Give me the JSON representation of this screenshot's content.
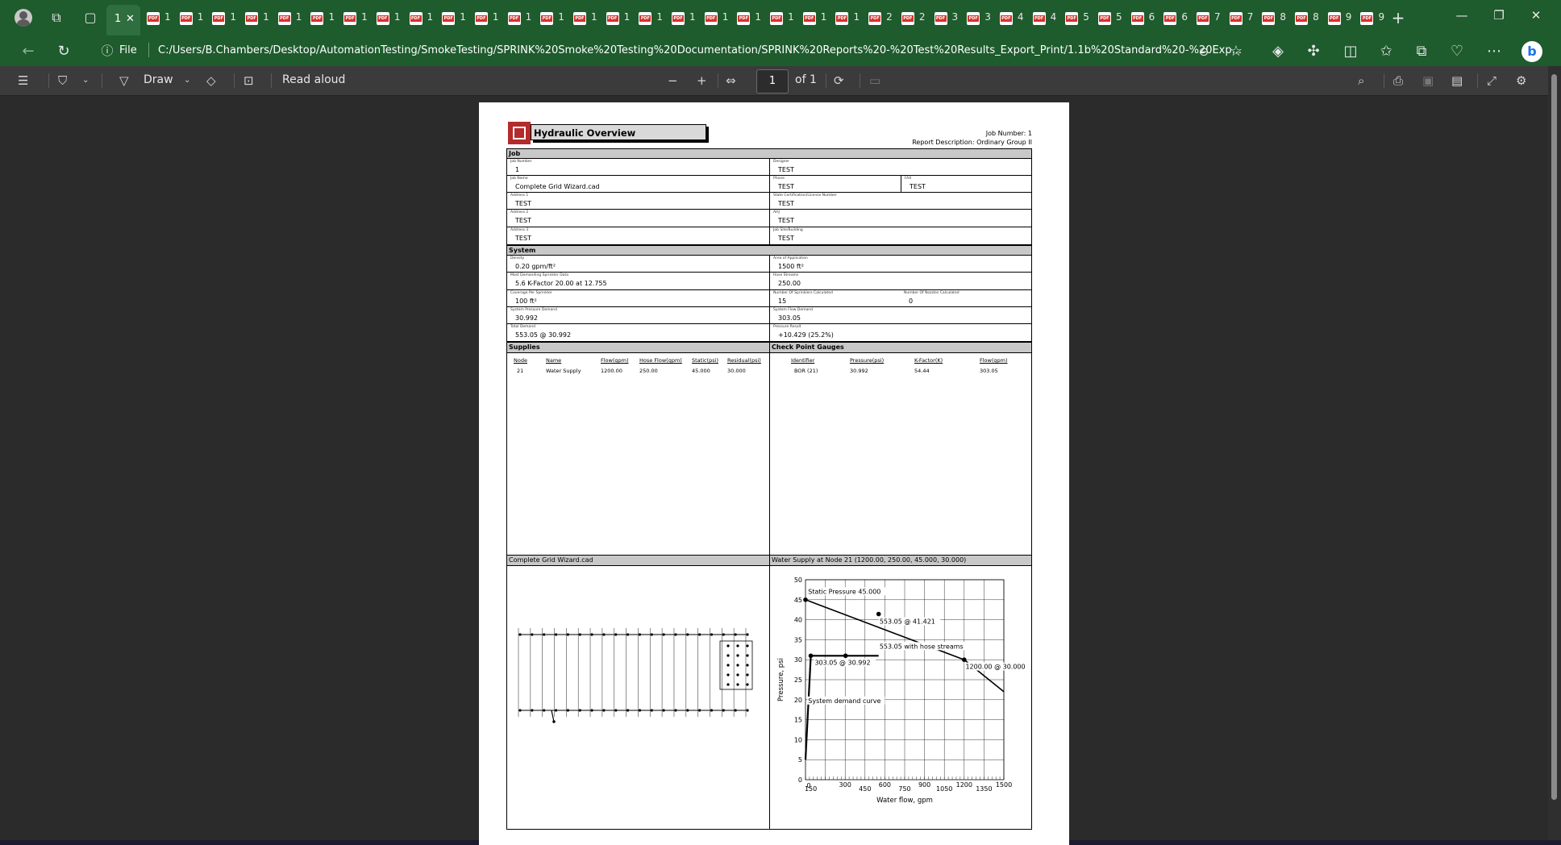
{
  "browser": {
    "active_tab": {
      "label": "1"
    },
    "tabs": [
      "1",
      "1",
      "1",
      "1",
      "1",
      "1",
      "1",
      "1",
      "1",
      "1",
      "1",
      "1",
      "1",
      "1",
      "1",
      "1",
      "1",
      "1",
      "1",
      "1",
      "1",
      "1",
      "2",
      "2",
      "3",
      "3",
      "4",
      "4",
      "5",
      "5",
      "6",
      "6",
      "7",
      "7",
      "8",
      "8",
      "9",
      "9"
    ],
    "address_label": "File",
    "url": "C:/Users/B.Chambers/Desktop/AutomationTesting/SmokeTesting/SPRINK%20Smoke%20Testing%20Documentation/SPRINK%20Reports%20-%20Test%20Results_Export_Print/1.1b%20Standard%20-%20Exp..."
  },
  "pdf_toolbar": {
    "draw_label": "Draw",
    "read_aloud_label": "Read aloud",
    "page_number": "1",
    "page_total": "of 1"
  },
  "report": {
    "title": "Hydraulic Overview",
    "job_number_line": "Job Number: 1",
    "report_desc_line": "Report Description: Ordinary Group II",
    "sections": {
      "job": "Job",
      "system": "System",
      "supplies": "Supplies",
      "check_point": "Check Point Gauges"
    },
    "job": {
      "job_number": {
        "label": "Job Number",
        "value": "1"
      },
      "designer": {
        "label": "Designer",
        "value": "TEST"
      },
      "job_name": {
        "label": "Job Name",
        "value": "Complete Grid Wizard.cad"
      },
      "phone": {
        "label": "Phone",
        "value": "TEST"
      },
      "fax": {
        "label": "FAX",
        "value": "TEST"
      },
      "address1": {
        "label": "Address 1",
        "value": "TEST"
      },
      "license": {
        "label": "State Certification/License Number",
        "value": "TEST"
      },
      "address2": {
        "label": "Address 2",
        "value": "TEST"
      },
      "ahj": {
        "label": "AHJ",
        "value": "TEST"
      },
      "address3": {
        "label": "Address 3",
        "value": "TEST"
      },
      "job_site": {
        "label": "Job Site/Building",
        "value": "TEST"
      }
    },
    "system": {
      "density": {
        "label": "Density",
        "value": "0.20 gpm/ft²"
      },
      "area": {
        "label": "Area of Application",
        "value": "1500 ft²"
      },
      "most_demanding": {
        "label": "Most Demanding Sprinkler Data",
        "value": "5.6 K-Factor  20.00 at  12.755"
      },
      "hose_streams": {
        "label": "Hose Streams",
        "value": "250.00"
      },
      "coverage": {
        "label": "Coverage Per Sprinkler",
        "value": "100 ft²"
      },
      "num_sprinklers": {
        "label": "Number Of Sprinklers Calculated",
        "value": "15"
      },
      "num_nozzles": {
        "label": "Number Of Nozzles Calculated",
        "value": "0"
      },
      "pressure_demand": {
        "label": "System Pressure Demand",
        "value": "30.992"
      },
      "flow_demand": {
        "label": "System Flow Demand",
        "value": "303.05"
      },
      "total_demand": {
        "label": "Total Demand",
        "value": "553.05 @ 30.992"
      },
      "pressure_result": {
        "label": "Pressure Result",
        "value": "+10.429 (25.2%)"
      }
    },
    "supplies": {
      "headers": [
        "Node",
        "Name",
        "Flow(gpm)",
        "Hose Flow(gpm)",
        "Static(psi)",
        "Residual(psi)"
      ],
      "rows": [
        [
          "21",
          "Water Supply",
          "1200.00",
          "250.00",
          "45.000",
          "30.000"
        ]
      ]
    },
    "check_points": {
      "headers": [
        "Identifier",
        "Pressure(psi)",
        "K-Factor(K)",
        "Flow(gpm)"
      ],
      "rows": [
        [
          "BOR (21)",
          "30.992",
          "54.44",
          "303.05"
        ]
      ]
    },
    "drawing_title": "Complete Grid Wizard.cad",
    "graph_title": "Water Supply at Node 21 (1200.00, 250.00, 45.000, 30.000)"
  },
  "chart_data": {
    "type": "line",
    "xlabel": "Water flow, gpm",
    "ylabel": "Pressure, psi",
    "xlim": [
      0,
      1500
    ],
    "ylim": [
      0,
      50
    ],
    "x_ticks": [
      "150",
      "300",
      "450",
      "600",
      "750",
      "900",
      "1050",
      "1200",
      "1350",
      "1500"
    ],
    "x_tick_zero": "0",
    "y_ticks": [
      "0",
      "5",
      "10",
      "15",
      "20",
      "25",
      "30",
      "35",
      "40",
      "45",
      "50"
    ],
    "series": [
      {
        "name": "supply",
        "points": [
          [
            0,
            45.0
          ],
          [
            1200,
            30.0
          ],
          [
            1500,
            22.0
          ]
        ]
      },
      {
        "name": "demand",
        "points": [
          [
            0,
            5.0
          ],
          [
            40,
            30.992
          ],
          [
            303.05,
            30.992
          ]
        ]
      },
      {
        "name": "hose",
        "points": [
          [
            303.05,
            30.992
          ],
          [
            553.05,
            30.992
          ]
        ]
      }
    ],
    "markers": [
      [
        0,
        45.0
      ],
      [
        553.05,
        41.421
      ],
      [
        1200,
        30.0
      ],
      [
        40,
        30.992
      ],
      [
        303.05,
        30.992
      ]
    ],
    "annotations": [
      {
        "text": "Static Pressure 45.000",
        "x": 20,
        "y": 46.5
      },
      {
        "text": "553.05 @ 41.421",
        "x": 560,
        "y": 39.0
      },
      {
        "text": "553.05 with hose streams",
        "x": 560,
        "y": 32.8
      },
      {
        "text": "303.05 @ 30.992",
        "x": 70,
        "y": 28.7
      },
      {
        "text": "1200.00 @ 30.000",
        "x": 1210,
        "y": 27.7
      },
      {
        "text": "System demand curve",
        "x": 20,
        "y": 19.2
      }
    ]
  }
}
